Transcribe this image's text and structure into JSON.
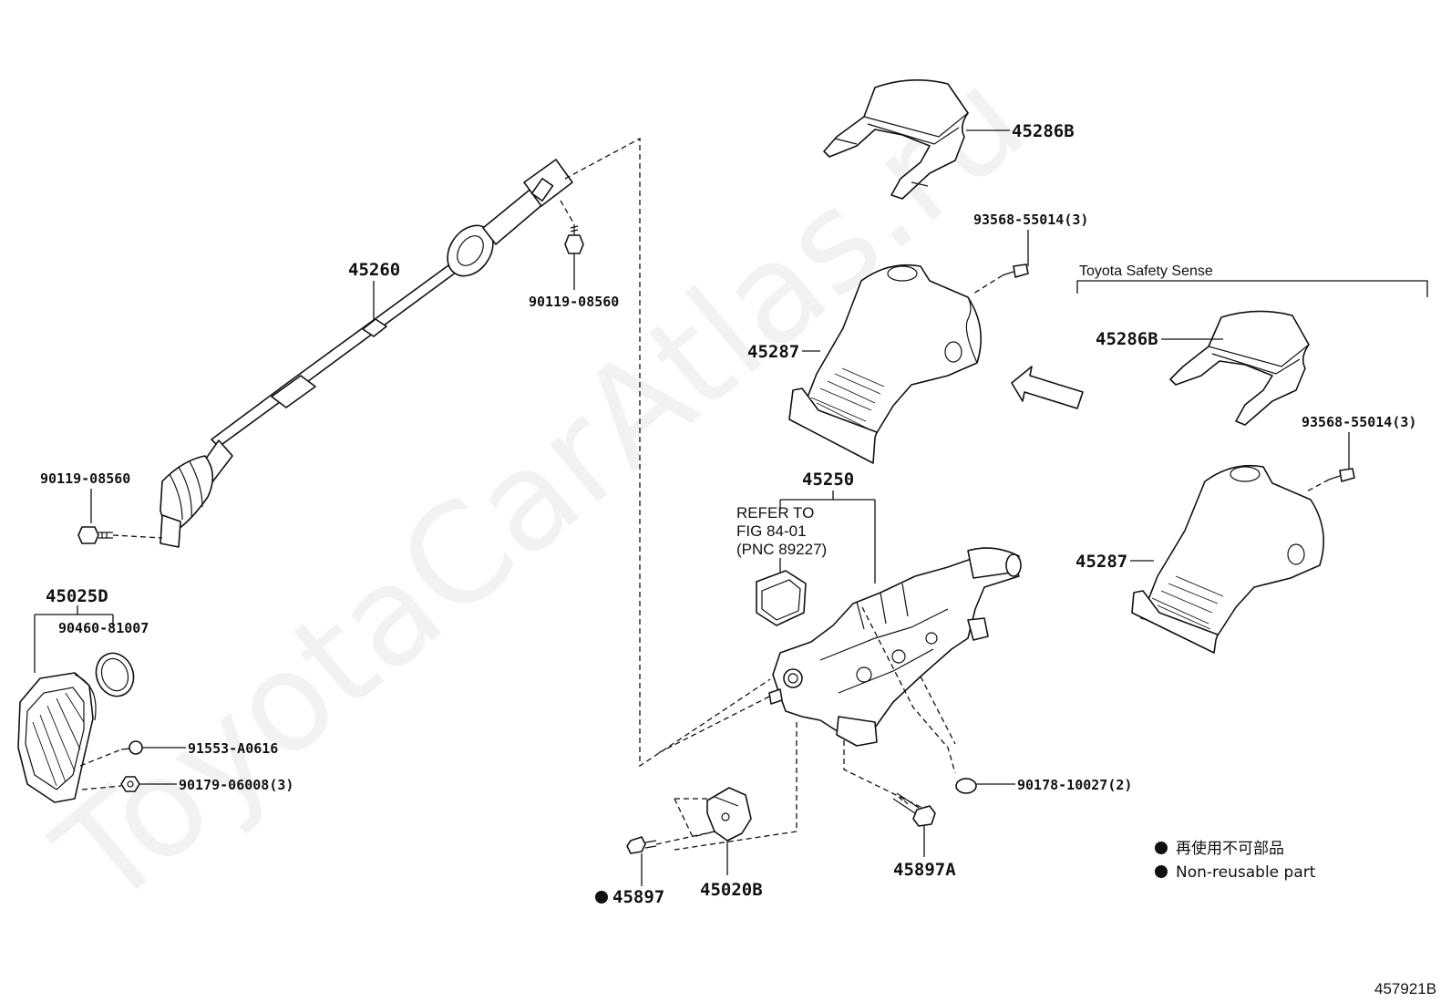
{
  "watermark": "ToyotaCarAtlas.ru",
  "figure_id": "457921B",
  "group_label": "Toyota Safety Sense",
  "refer_note": {
    "line1": "REFER TO",
    "line2": "FIG 84-01",
    "line3": "(PNC 89227)"
  },
  "legend": {
    "symbol": "●",
    "japanese": "再使用不可部品",
    "english": "Non-reusable part"
  },
  "parts": {
    "shaft": "45260",
    "bolt_upper": "90119-08560",
    "bolt_lower": "90119-08560",
    "cover_assy": "45025D",
    "oring": "90460-81007",
    "clip_a": "91553-A0616",
    "nut_3": "90179-06008(3)",
    "upper_cover_1": "45286B",
    "screw_1": "93568-55014(3)",
    "lower_cover_1": "45287",
    "upper_cover_2": "45286B",
    "screw_2": "93568-55014(3)",
    "lower_cover_2": "45287",
    "column_assy": "45250",
    "nut_2": "90178-10027(2)",
    "bolt_45897a": "45897A",
    "bracket": "45020B",
    "bolt_45897": "45897"
  }
}
